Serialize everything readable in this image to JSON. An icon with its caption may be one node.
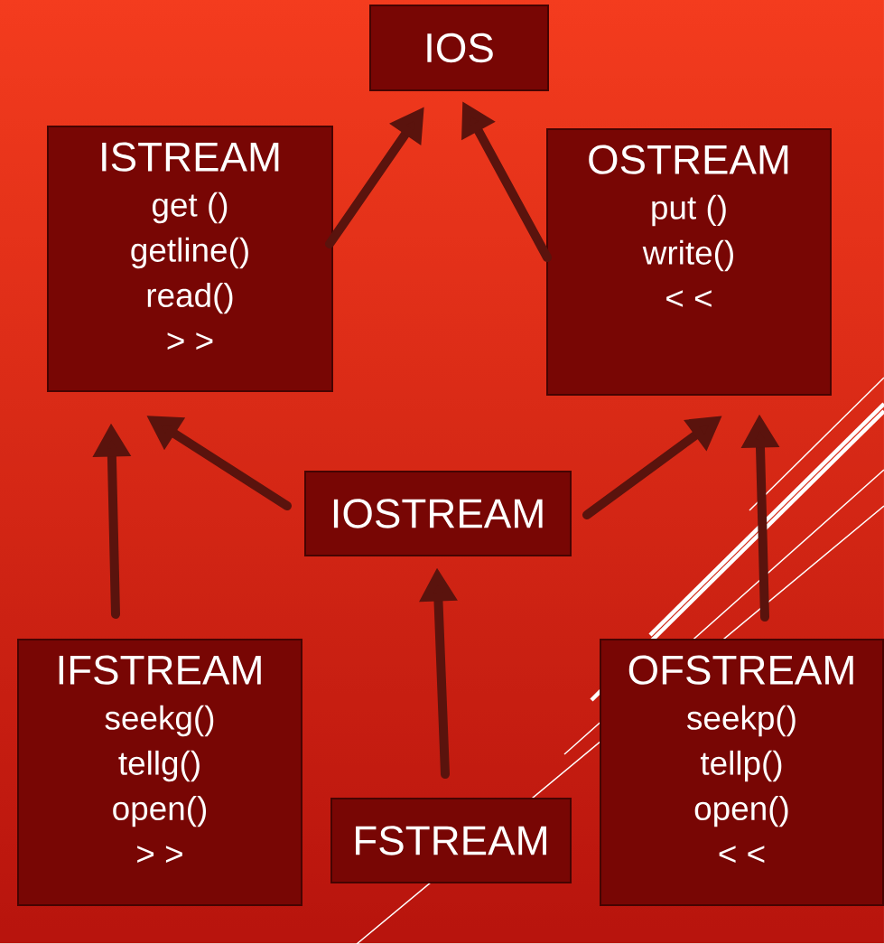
{
  "diagram": {
    "nodes": [
      {
        "text": [
          "IOS"
        ]
      },
      {
        "text": [
          "ISTREAM",
          "get ()",
          "getline()",
          "read()",
          "> >"
        ]
      },
      {
        "text": [
          "OSTREAM",
          "put ()",
          "write()",
          "< <"
        ]
      },
      {
        "text": [
          "IOSTREAM"
        ]
      },
      {
        "text": [
          "IFSTREAM",
          "seekg()",
          "tellg()",
          "open()",
          "> >"
        ]
      },
      {
        "text": [
          "FSTREAM"
        ]
      },
      {
        "text": [
          "OFSTREAM",
          "seekp()",
          "tellp()",
          "open()",
          "< <"
        ]
      }
    ],
    "edges": [
      {
        "from": 1,
        "to": 0,
        "arrow": "to"
      },
      {
        "from": 2,
        "to": 0,
        "arrow": "to"
      },
      {
        "from": 3,
        "to": 1,
        "arrow": "to"
      },
      {
        "from": 3,
        "to": 2,
        "arrow": "to"
      },
      {
        "from": 4,
        "to": 1,
        "arrow": "to"
      },
      {
        "from": 5,
        "to": 3,
        "arrow": "to"
      },
      {
        "from": 6,
        "to": 2,
        "arrow": "to"
      }
    ]
  }
}
